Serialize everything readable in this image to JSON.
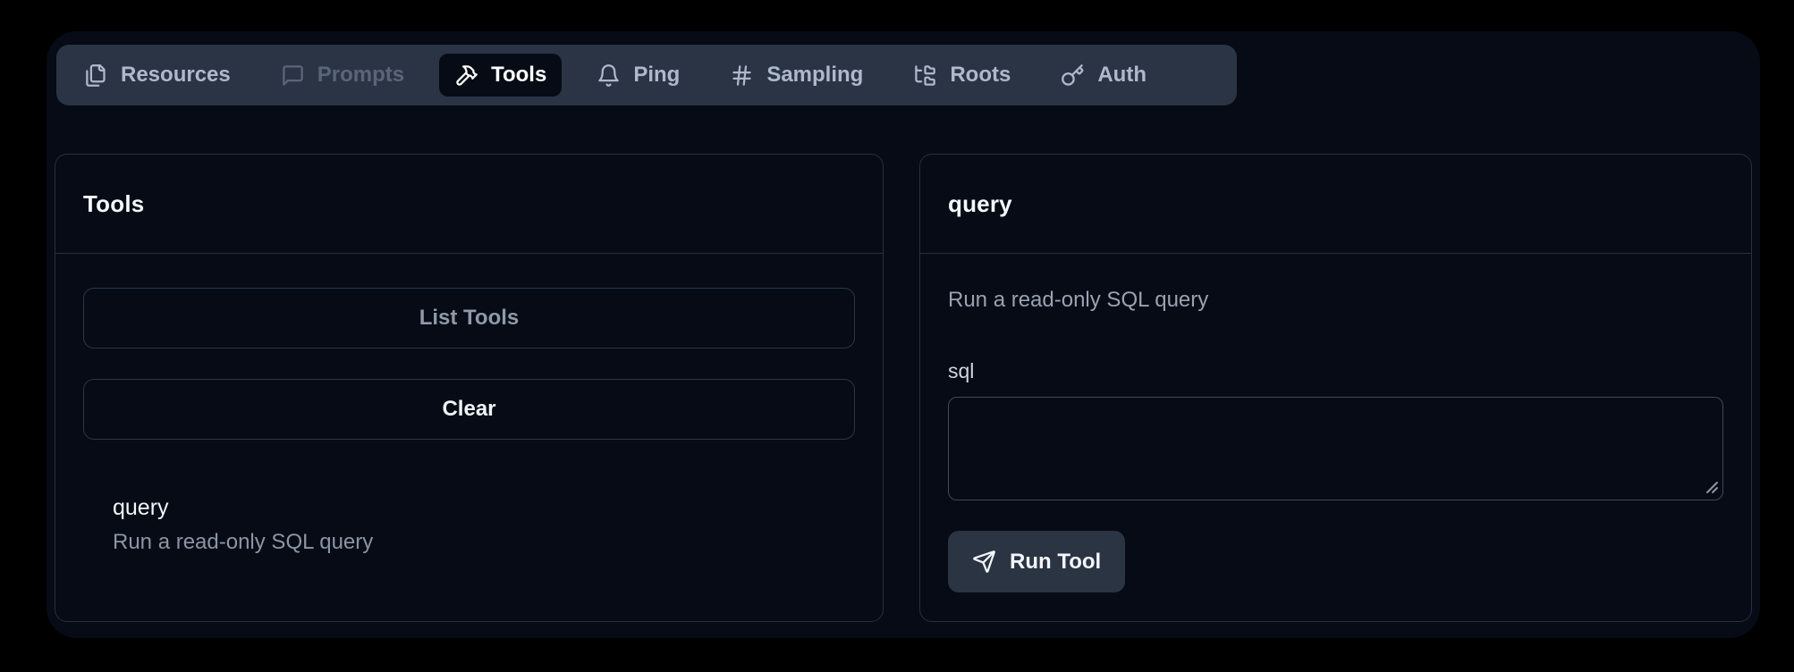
{
  "colors": {
    "page_bg": "#000000",
    "surface": "#060b15",
    "tabbar_bg": "#2a3444",
    "panel_border": "#27303f",
    "textarea_border": "#3f4a5b",
    "button_bg": "#2a3443",
    "text_primary": "#f3f6fa",
    "text_muted": "#8b95a5",
    "tab_text": "#aeb9cb",
    "tab_disabled_text": "#5a6677"
  },
  "tabbar": {
    "tabs": [
      {
        "label": "Resources",
        "icon": "files-icon",
        "state": "default"
      },
      {
        "label": "Prompts",
        "icon": "message-square-icon",
        "state": "disabled"
      },
      {
        "label": "Tools",
        "icon": "hammer-icon",
        "state": "active"
      },
      {
        "label": "Ping",
        "icon": "bell-icon",
        "state": "default"
      },
      {
        "label": "Sampling",
        "icon": "hash-icon",
        "state": "default"
      },
      {
        "label": "Roots",
        "icon": "folder-tree-icon",
        "state": "default"
      },
      {
        "label": "Auth",
        "icon": "key-icon",
        "state": "default"
      }
    ]
  },
  "tools_panel": {
    "title": "Tools",
    "list_tools_label": "List Tools",
    "clear_label": "Clear",
    "tools": [
      {
        "name": "query",
        "description": "Run a read-only SQL query"
      }
    ]
  },
  "detail_panel": {
    "title": "query",
    "description": "Run a read-only SQL query",
    "field": {
      "label": "sql",
      "value": ""
    },
    "run_button": {
      "label": "Run Tool",
      "icon": "send-icon"
    }
  }
}
